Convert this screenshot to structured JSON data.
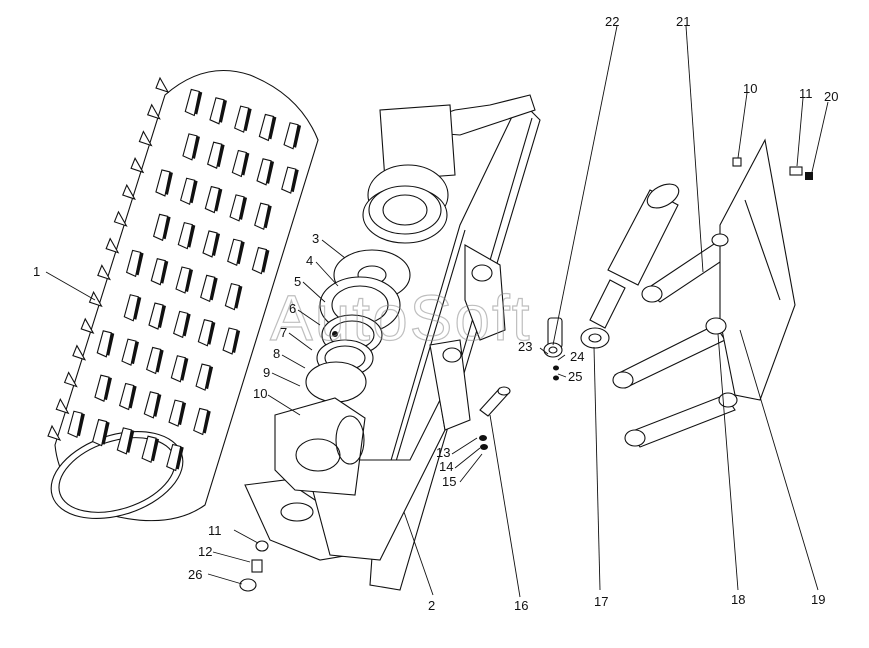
{
  "watermark": "AutoSoft",
  "callouts": [
    "1",
    "2",
    "3",
    "4",
    "5",
    "6",
    "7",
    "8",
    "9",
    "10",
    "11",
    "12",
    "13",
    "14",
    "15",
    "16",
    "17",
    "18",
    "19",
    "20",
    "21",
    "22",
    "23",
    "24",
    "25",
    "26",
    "10",
    "11"
  ]
}
